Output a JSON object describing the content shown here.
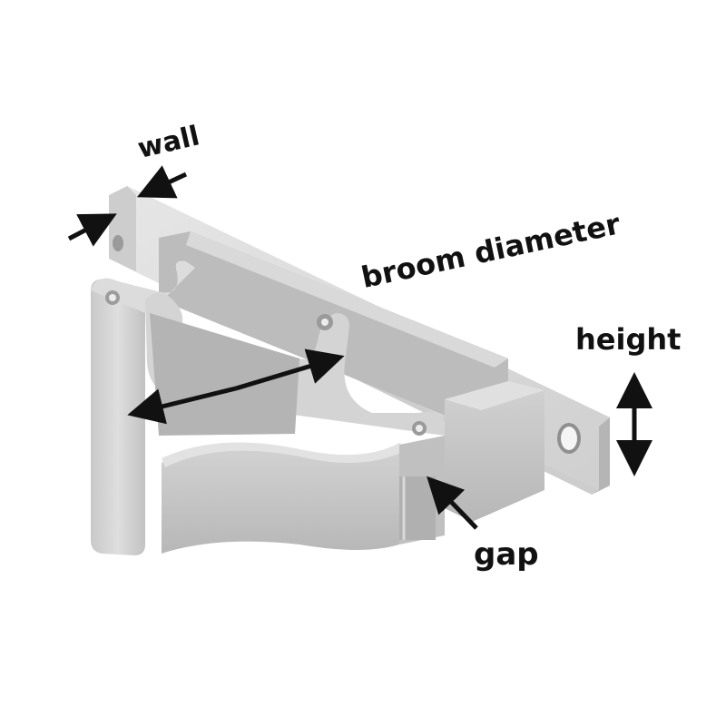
{
  "labels": {
    "wall": "wall",
    "broom_diameter": "broom diameter",
    "height": "height",
    "gap": "gap"
  },
  "colors": {
    "background": "#ffffff",
    "part_light": "#d8d8d8",
    "part_mid": "#c4c4c4",
    "part_dark": "#a9a9a9",
    "arrow": "#111111"
  },
  "icons": {
    "dimension_arrows": "arrow",
    "object": "broom-holder-clip"
  }
}
